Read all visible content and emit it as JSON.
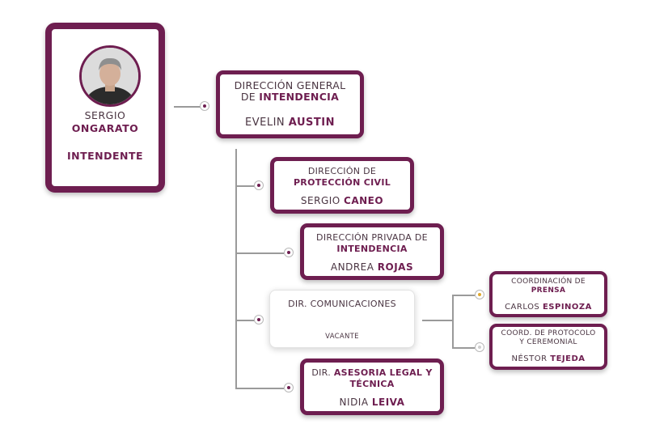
{
  "colors": {
    "brand": "#6e1e50",
    "dot_accent": "#e0a82e",
    "dot_muted": "#c8c8c8"
  },
  "intendente": {
    "first": "SERGIO",
    "last": "ONGARATO",
    "role": "INTENDENTE",
    "photo_icon": "person-photo-icon"
  },
  "direccion_general": {
    "line1": "DIRECCIÓN GENERAL",
    "line2_pre": "DE ",
    "line2_bold": "INTENDENCIA",
    "person_first": "EVELIN ",
    "person_last": "AUSTIN"
  },
  "proteccion_civil": {
    "line1": "DIRECCIÓN DE",
    "line2_bold": "PROTECCIÓN CIVIL",
    "person_first": "SERGIO ",
    "person_last": "CANEO"
  },
  "direccion_privada": {
    "line1": "DIRECCIÓN PRIVADA DE",
    "line2_bold": "INTENDENCIA",
    "person_first": "ANDREA ",
    "person_last": "ROJAS"
  },
  "comunicaciones": {
    "title": "DIR. COMUNICACIONES",
    "status": "VACANTE"
  },
  "prensa": {
    "line1": "COORDINACIÓN DE",
    "line2_bold": "PRENSA",
    "person_first": "CARLOS ",
    "person_last": "ESPINOZA"
  },
  "protocolo": {
    "line1": "COORD. DE PROTOCOLO",
    "line2": "Y CEREMONIAL",
    "person_first": "NÉSTOR ",
    "person_last": "TEJEDA"
  },
  "asesoria": {
    "line1_pre": "DIR. ",
    "line1_bold": "ASESORIA LEGAL Y",
    "line2_bold": "TÉCNICA",
    "person_first": "NIDIA ",
    "person_last": "LEIVA"
  }
}
